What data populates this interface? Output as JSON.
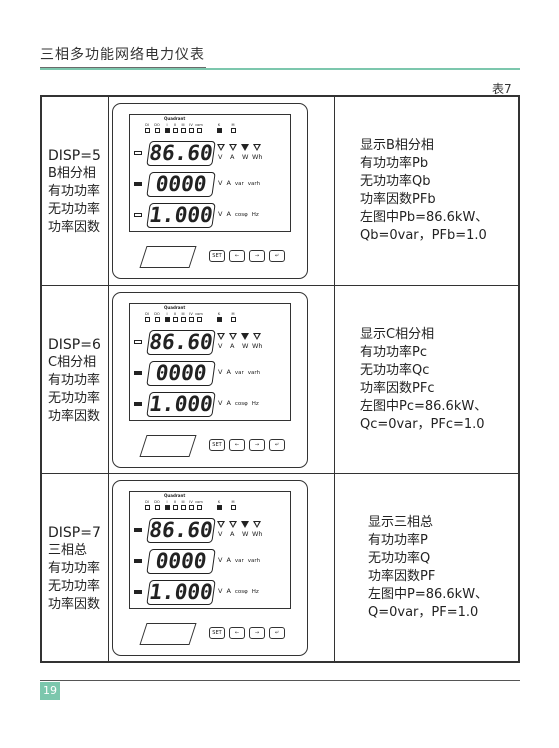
{
  "header": {
    "title": "三相多功能网络电力仪表",
    "table_label": "表7"
  },
  "meter_common": {
    "quadrant": "Quadrant",
    "indicators": [
      "DI",
      "DO",
      "I",
      "II",
      "III",
      "IV",
      "com",
      "K",
      "M"
    ],
    "line1_digits": "86.60",
    "line1_units": [
      "V",
      "A",
      "W",
      "Wh"
    ],
    "line2_digits": "0000",
    "line2_units": [
      "V",
      "A",
      "var",
      "varh"
    ],
    "line3_digits": "1.000",
    "line3_units": [
      "V",
      "A",
      "cosφ",
      "Hz"
    ],
    "buttons": [
      "SET",
      "←",
      "→",
      "↵"
    ]
  },
  "rows": [
    {
      "left": [
        "DISP=5",
        "B相分相",
        "有功功率",
        "无功功率",
        "功率因数"
      ],
      "right": [
        "显示B相分相",
        "有功功率Pb",
        "无功功率Qb",
        "功率因数PFb",
        "左图中Pb=86.6kW、",
        "Qb=0var，PFb=1.0"
      ]
    },
    {
      "left": [
        "DISP=6",
        "C相分相",
        "有功功率",
        "无功功率",
        "功率因数"
      ],
      "right": [
        "显示C相分相",
        "有功功率Pc",
        "无功功率Qc",
        "功率因数PFc",
        "左图中Pc=86.6kW、",
        "Qc=0var，PFc=1.0"
      ]
    },
    {
      "left": [
        "DISP=7",
        "三相总",
        "有功功率",
        "无功功率",
        "功率因数"
      ],
      "right": [
        "显示三相总",
        "有功功率P",
        "无功功率Q",
        "功率因数PF",
        "左图中P=86.6kW、",
        "Q=0var，PF=1.0"
      ]
    }
  ],
  "footer": {
    "page_number": "19"
  }
}
